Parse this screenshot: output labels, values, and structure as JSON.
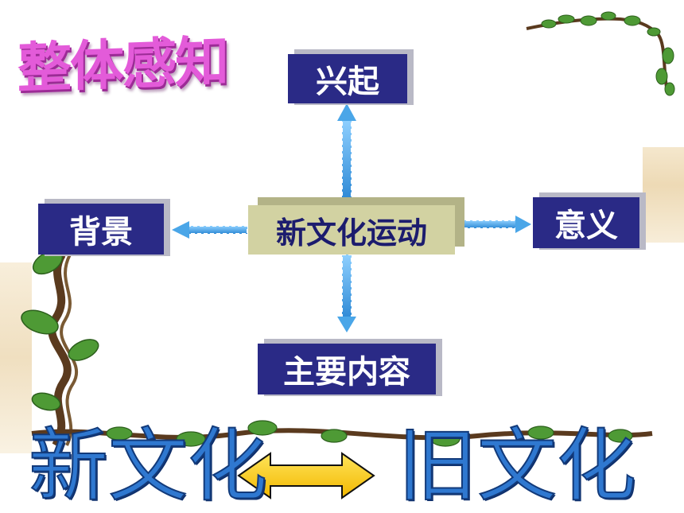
{
  "title": "整体感知",
  "center": "新文化运动",
  "nodes": {
    "rise": "兴起",
    "background": "背景",
    "significance": "意义",
    "content": "主要内容"
  },
  "bottom": {
    "left": "新文化",
    "right": "旧文化"
  },
  "colors": {
    "title": "#e35bd9",
    "box": "#2a2a86",
    "center_box": "#d2d2a2",
    "arrow": "#4aa6e8",
    "double_arrow": "#ffd200",
    "vine": "#5a3a1e",
    "leaf": "#3f8f2e"
  }
}
